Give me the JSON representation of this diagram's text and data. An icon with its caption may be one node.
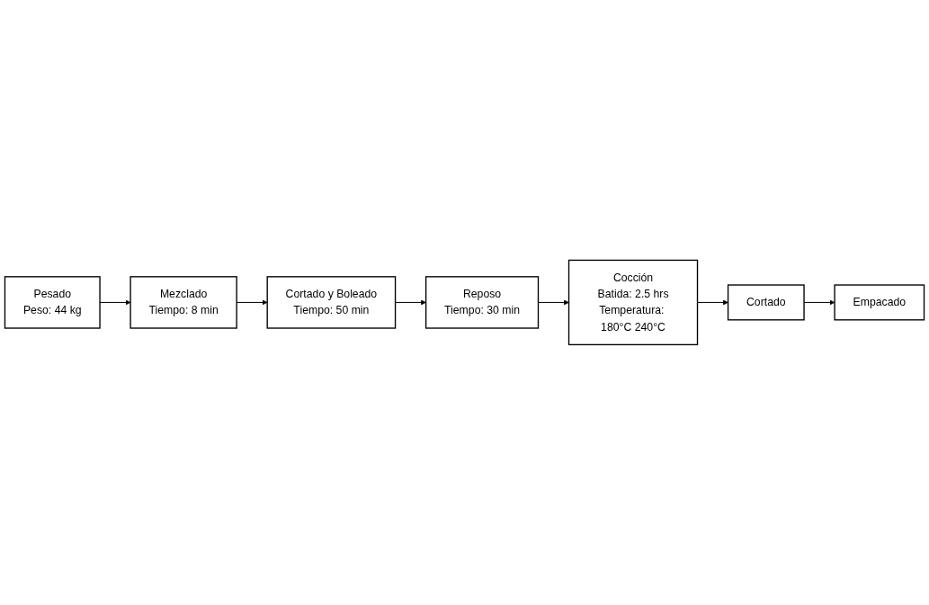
{
  "diagram": {
    "nodes": [
      {
        "text": [
          "Pesado",
          "Peso: 44 kg"
        ]
      },
      {
        "text": [
          "Mezclado",
          "Tiempo: 8 min"
        ]
      },
      {
        "text": [
          "Cortado y Boleado",
          "Tiempo: 50 min"
        ]
      },
      {
        "text": [
          "Reposo",
          "Tiempo: 30 min"
        ]
      },
      {
        "text": [
          "Cocción",
          "Batida: 2.5 hrs",
          "Temperatura: 180°C 240°C"
        ]
      },
      {
        "text": [
          "Cortado"
        ]
      },
      {
        "text": [
          "Empacado"
        ]
      }
    ],
    "edges": [
      {
        "from": 0,
        "to": 1,
        "arrow": "to"
      },
      {
        "from": 1,
        "to": 2,
        "arrow": "to"
      },
      {
        "from": 2,
        "to": 3,
        "arrow": "to"
      },
      {
        "from": 3,
        "to": 4,
        "arrow": "to"
      },
      {
        "from": 4,
        "to": 5,
        "arrow": "to"
      },
      {
        "from": 5,
        "to": 6,
        "arrow": "to"
      }
    ]
  }
}
